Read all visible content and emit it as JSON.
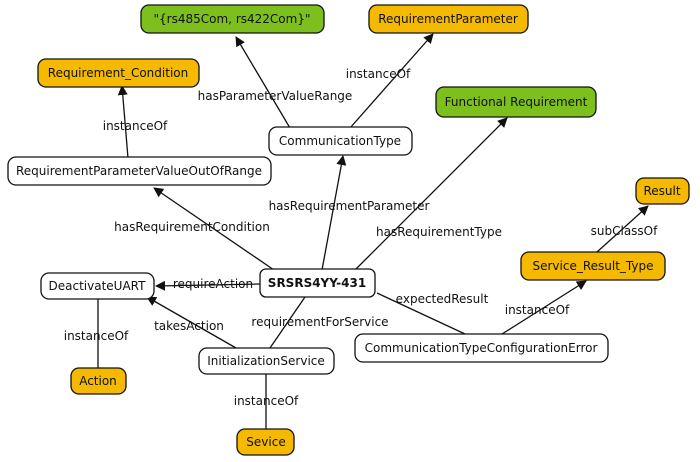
{
  "colors": {
    "class": "#f5b900",
    "literal": "#7dc01e",
    "individual": "#ffffff",
    "stroke": "#111111"
  },
  "nodes": {
    "literal_value": "\"{rs485Com, rs422Com}\"",
    "requirement_parameter": "RequirementParameter",
    "requirement_condition": "Requirement_Condition",
    "functional_requirement": "Functional Requirement",
    "communication_type": "CommunicationType",
    "out_of_range": "RequirementParameterValueOutOfRange",
    "result": "Result",
    "service_result_type": "Service_Result_Type",
    "srs": "SRSRS4YY-431",
    "deactivate_uart": "DeactivateUART",
    "config_error": "CommunicationTypeConfigurationError",
    "initialization_service": "InitializationService",
    "action": "Action",
    "sevice": "Sevice"
  },
  "edges": {
    "has_parameter_value_range": "hasParameterValueRange",
    "instance_of_comm": "instanceOf",
    "instance_of_condition": "instanceOf",
    "has_requirement_condition": "hasRequirementCondition",
    "has_requirement_parameter": "hasRequirementParameter",
    "has_requirement_type": "hasRequirementType",
    "sub_class_of": "subClassOf",
    "require_action": "requireAction",
    "expected_result": "expectedResult",
    "instance_of_result_type": "instanceOf",
    "takes_action": "takesAction",
    "requirement_for_service": "requirementForService",
    "instance_of_action": "instanceOf",
    "instance_of_service": "instanceOf"
  }
}
